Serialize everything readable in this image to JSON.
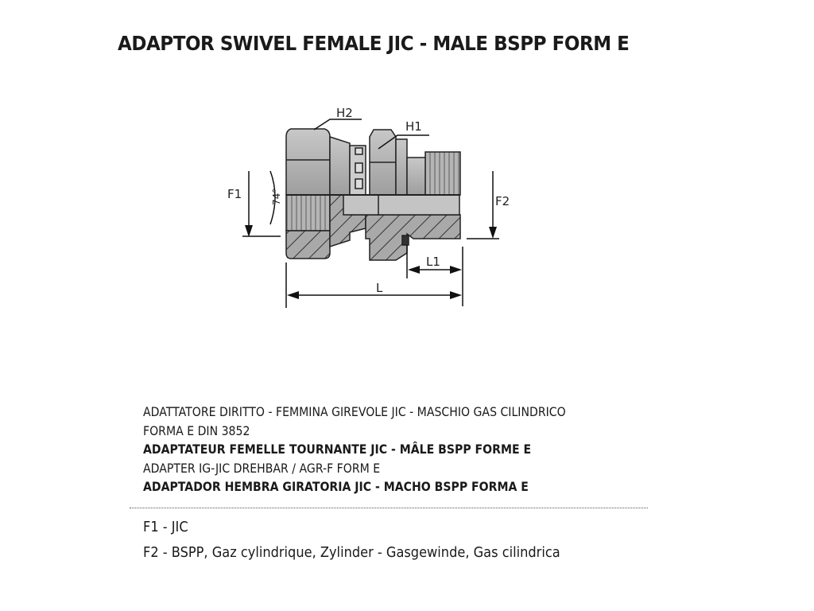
{
  "title": "ADAPTOR SWIVEL FEMALE JIC - MALE BSPP FORM E",
  "diagram": {
    "labels": {
      "h2": "H2",
      "h1": "H1",
      "f1": "F1",
      "f2": "F2",
      "l1": "L1",
      "l": "L",
      "angle": "74°"
    }
  },
  "descriptions": [
    "ADATTATORE DIRITTO - FEMMINA GIREVOLE JIC - MASCHIO GAS CILINDRICO",
    "FORMA E DIN 3852",
    "ADAPTATEUR FEMELLE TOURNANTE JIC - MÂLE BSPP  FORME E",
    "ADAPTER IG-JIC DREHBAR / AGR-F FORM E",
    "ADAPTADOR HEMBRA GIRATORIA JIC - MACHO BSPP FORMA E"
  ],
  "threads": {
    "f1": "F1 - JIC",
    "f2": "F2 - BSPP,  Gaz cylindrique, Zylinder -  Gasgewinde, Gas cilindrica"
  }
}
